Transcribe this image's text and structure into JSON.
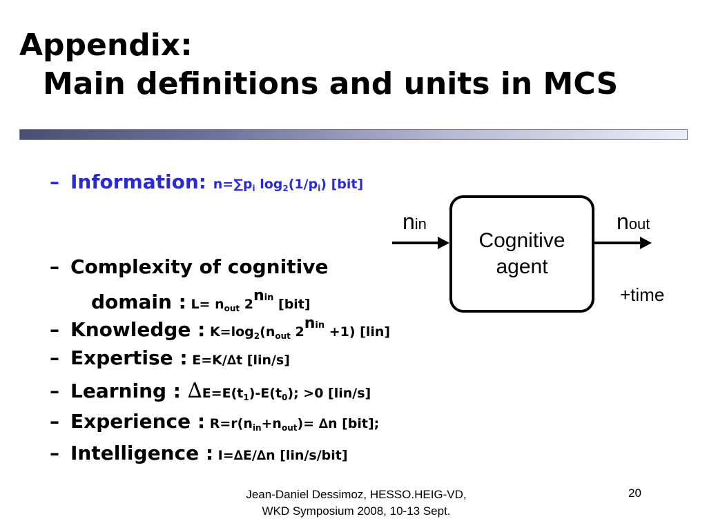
{
  "title": {
    "line1": "Appendix:",
    "line2": "Main definitions and units in MCS"
  },
  "bullets": {
    "dash": "–",
    "information": {
      "label": "Information:",
      "f1": "n=",
      "sum": "∑",
      "f2": "p",
      "sub_i": "i",
      "f3": " log",
      "sub_2": "2",
      "f4": "(1/p",
      "sub_i2": "i",
      "f5": ") [bit]"
    },
    "complexity": {
      "label_line1": "Complexity of cognitive",
      "label_line2": "domain :",
      "f1": " L= n",
      "sub_out": "out",
      "f2": " 2",
      "sup_n": "n",
      "sup_in": "in",
      "f3": " [bit]"
    },
    "knowledge": {
      "label": "Knowledge :",
      "f1": " K=log",
      "sub_2": "2",
      "f2": "(n",
      "sub_out": "out",
      "f3": " 2",
      "sup_n": "n",
      "sup_in": "in",
      "f4": " +1) [lin]"
    },
    "expertise": {
      "label": "Expertise :",
      "f1": " E=K/",
      "delta": "∆",
      "f2": "t [lin/s]"
    },
    "learning": {
      "label": "Learning :",
      "delta": "∆",
      "f1": "E=E(t",
      "sub_1": "1",
      "f2": ")-E(t",
      "sub_0": "0",
      "f3": "); >0 [lin/s]"
    },
    "experience": {
      "label": "Experience :",
      "f1": " R=r(n",
      "sub_in": "in",
      "f2": "+n",
      "sub_out": "out",
      "f3": ")= ",
      "delta": "∆",
      "f4": "n [bit];"
    },
    "intelligence": {
      "label": "Intelligence :",
      "f1": " I=",
      "delta1": "∆",
      "f2": "E/",
      "delta2": "∆",
      "f3": "n [lin/s/bit]"
    }
  },
  "diagram": {
    "box_line1": "Cognitive",
    "box_line2": "agent",
    "in_n": "n",
    "in_sub": "in",
    "out_n": "n",
    "out_sub": "out",
    "time": "+time"
  },
  "footer": {
    "line1": "Jean-Daniel Dessimoz, HESSO.HEIG-VD,",
    "line2": "WKD Symposium 2008, 10-13 Sept.",
    "page": "20"
  },
  "colors": {
    "accent_blue": "#2b2bd6",
    "rule_dark": "#4a4f72",
    "rule_light": "#eceef6"
  }
}
